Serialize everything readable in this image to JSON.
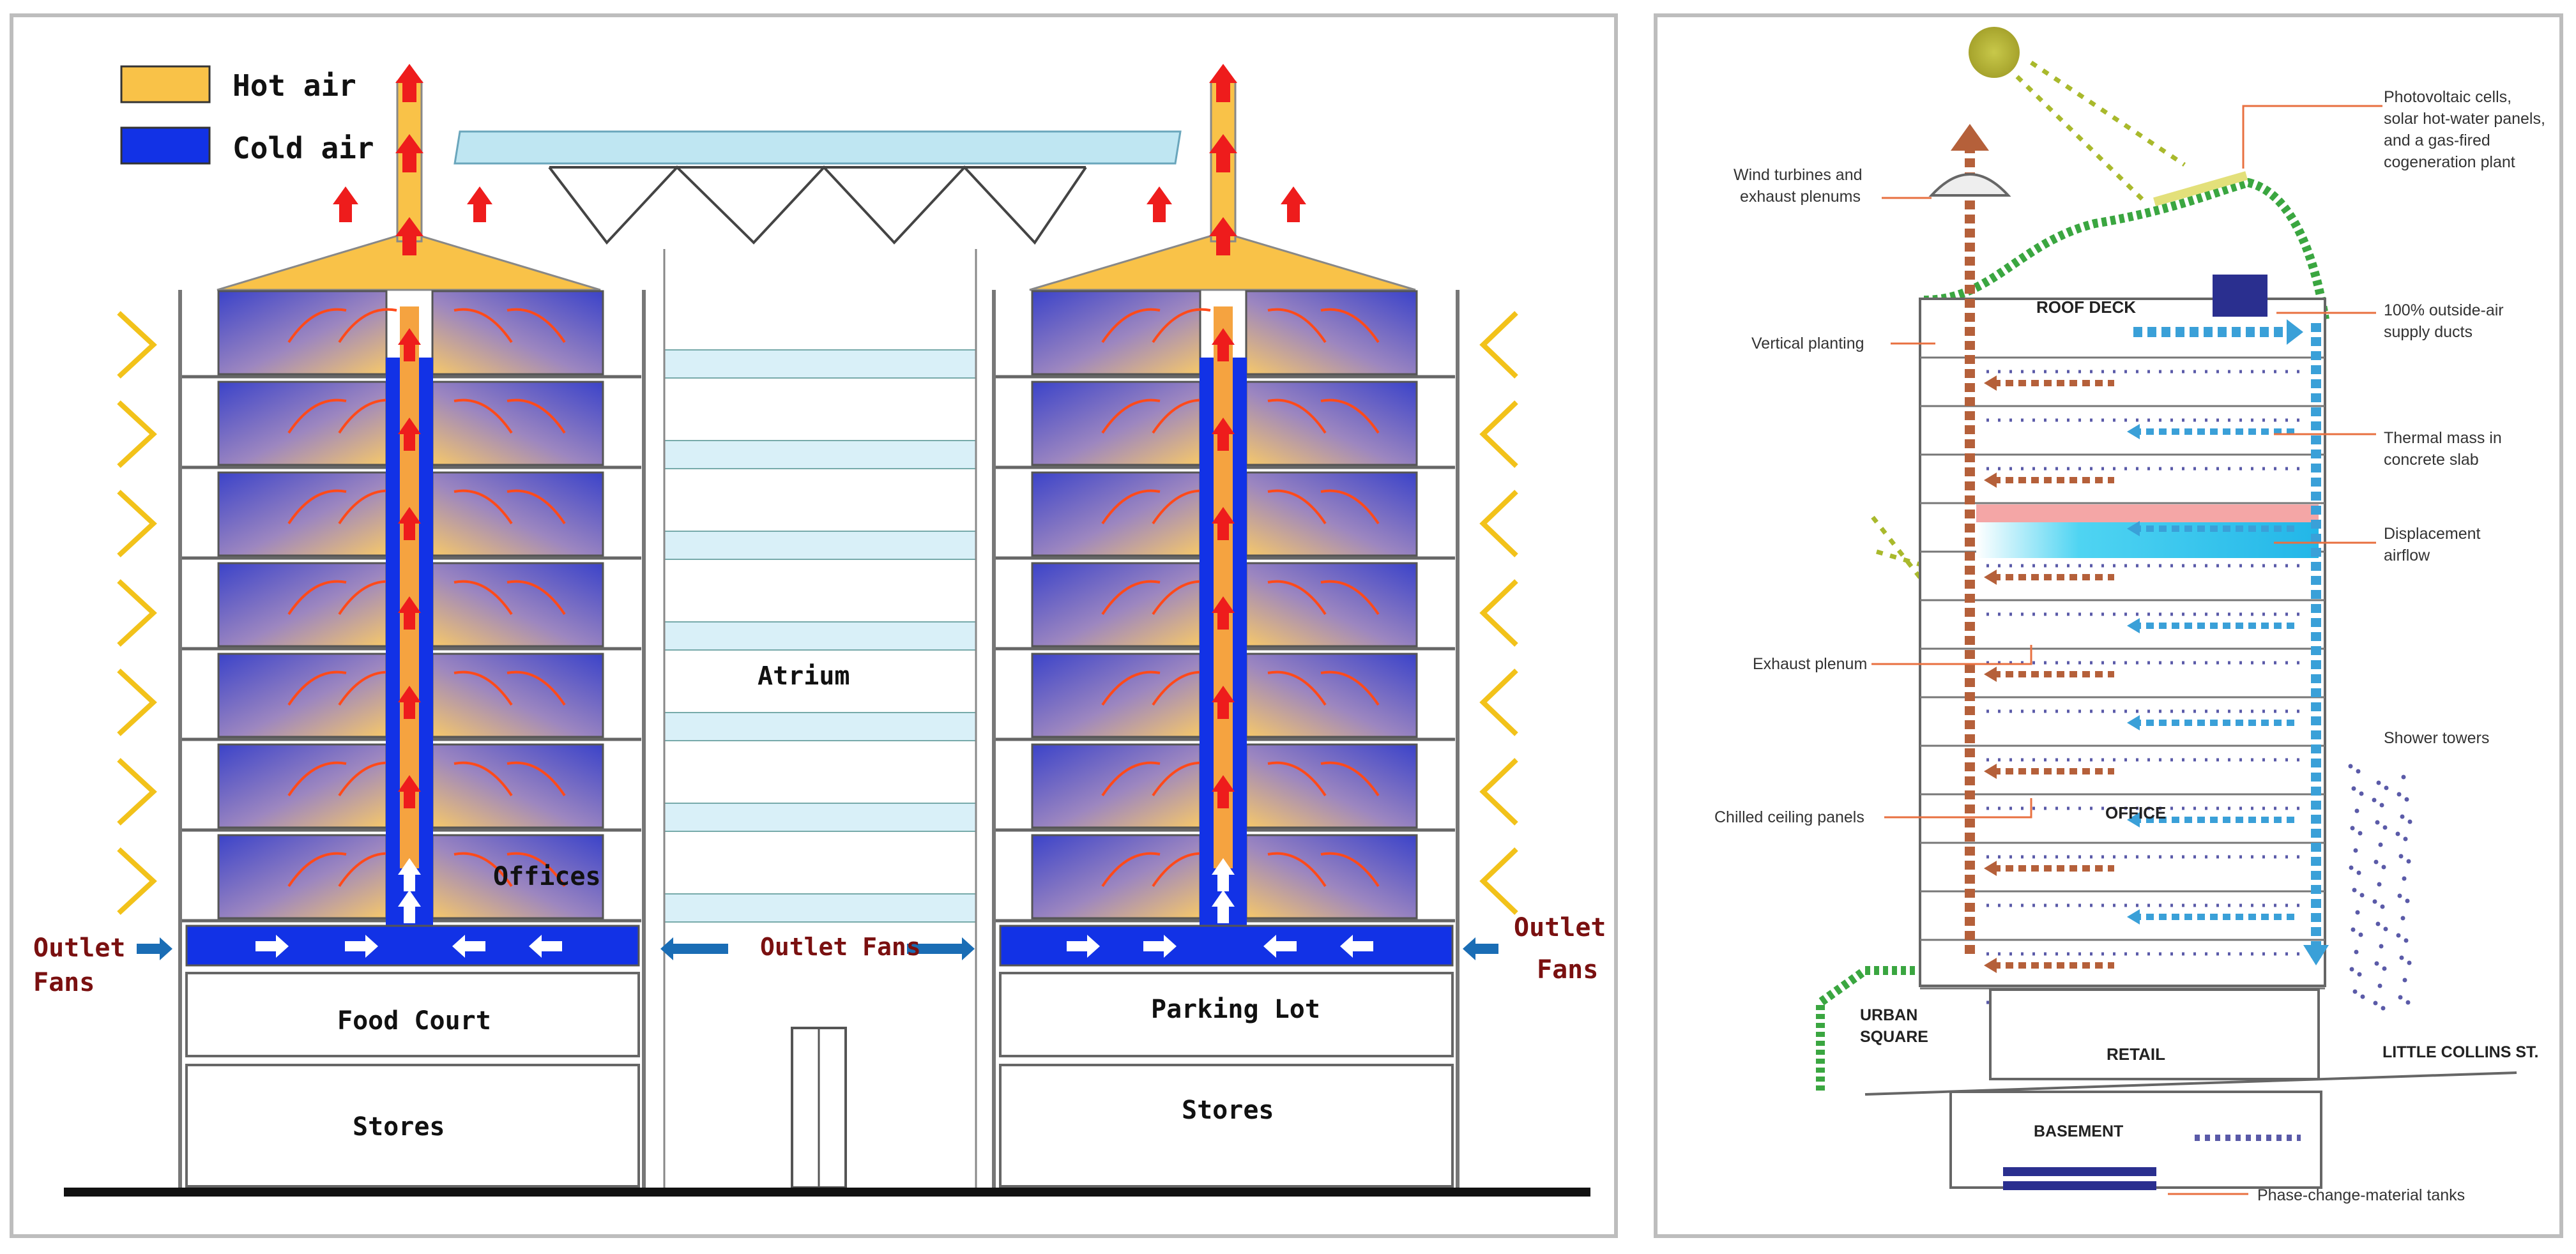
{
  "left_panel": {
    "legend": {
      "hot": {
        "label": "Hot air",
        "color": "#f9c248"
      },
      "cold": {
        "label": "Cold air",
        "color": "#1232e6"
      }
    },
    "labels": {
      "atrium": "Atrium",
      "offices": "Offices",
      "outlet_fans_center": "Outlet Fans",
      "outlet_fans_left_1": "Outlet",
      "outlet_fans_left_2": "Fans",
      "outlet_fans_right_1": "Outlet",
      "outlet_fans_right_2": "Fans",
      "food_court": "Food Court",
      "parking_lot": "Parking Lot",
      "stores_left": "Stores",
      "stores_right": "Stores"
    },
    "colors": {
      "hot_arrow": "#ee1c1c",
      "fan_arrow": "#1a6db5",
      "label_dark_red": "#7a1010"
    }
  },
  "right_panel": {
    "callouts": {
      "pv_1": "Photovoltaic cells,",
      "pv_2": "solar hot-water panels,",
      "pv_3": "and a gas-fired",
      "pv_4": "cogeneration plant",
      "wind_1": "Wind turbines and",
      "wind_2": "exhaust plenums",
      "outside_air_1": "100% outside-air",
      "outside_air_2": "supply ducts",
      "vertical_planting": "Vertical planting",
      "thermal_1": "Thermal mass in",
      "thermal_2": "concrete slab",
      "displacement_1": "Displacement",
      "displacement_2": "airflow",
      "exhaust_plenum": "Exhaust plenum",
      "shower_towers": "Shower towers",
      "chilled": "Chilled ceiling panels",
      "pcm": "Phase-change-material tanks"
    },
    "labels": {
      "roof_deck": "ROOF DECK",
      "office": "OFFICE",
      "urban_1": "URBAN",
      "urban_2": "SQUARE",
      "retail": "RETAIL",
      "little_collins": "LITTLE COLLINS ST.",
      "basement": "BASEMENT"
    },
    "colors": {
      "exhaust": "#b5603a",
      "supply": "#3aa0d8",
      "planting": "#3aa640",
      "callout_line": "#e87040"
    }
  }
}
